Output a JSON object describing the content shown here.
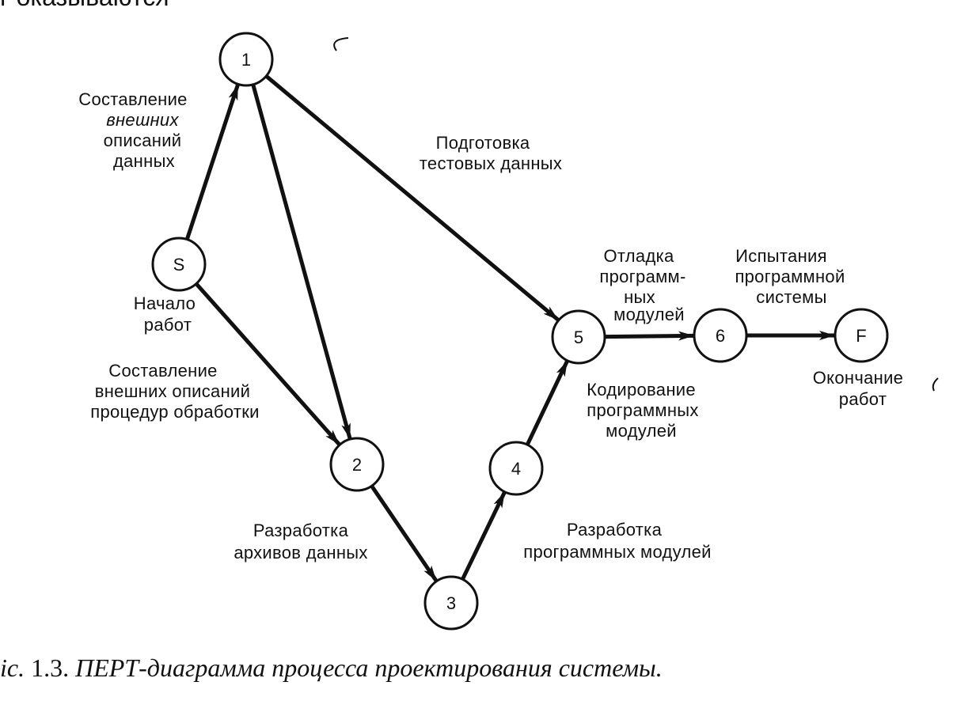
{
  "top_text": "г оказываются",
  "caption": {
    "prefix": "ic.",
    "number": "1.3.",
    "text": "ПЕРТ-диаграмма процесса проектирования системы."
  },
  "nodes": [
    {
      "id": "S",
      "label": "S"
    },
    {
      "id": "1",
      "label": "1"
    },
    {
      "id": "2",
      "label": "2"
    },
    {
      "id": "3",
      "label": "3"
    },
    {
      "id": "4",
      "label": "4"
    },
    {
      "id": "5",
      "label": "5"
    },
    {
      "id": "6",
      "label": "6"
    },
    {
      "id": "F",
      "label": "F"
    }
  ],
  "edges": [
    {
      "from": "S",
      "to": "1",
      "label": [
        "Составление",
        "внешних",
        "описаний",
        "данных"
      ]
    },
    {
      "from": "1",
      "to": "2",
      "label": []
    },
    {
      "from": "1",
      "to": "5",
      "label": [
        "Подготовка",
        "тестовых данных"
      ]
    },
    {
      "from": "S",
      "to": "2",
      "label": [
        "Составление",
        "внешних описаний",
        "процедур обработки"
      ]
    },
    {
      "from": "2",
      "to": "3",
      "label": [
        "Разработка",
        "архивов данных"
      ]
    },
    {
      "from": "3",
      "to": "4",
      "label": [
        "Разработка",
        "программных модулей"
      ]
    },
    {
      "from": "4",
      "to": "5",
      "label": [
        "Кодирование",
        "программных",
        "модулей"
      ]
    },
    {
      "from": "5",
      "to": "6",
      "label": [
        "Отладка",
        "программ-",
        "ных",
        "модулей"
      ]
    },
    {
      "from": "6",
      "to": "F",
      "label": [
        "Испытания",
        "программной",
        "системы"
      ]
    }
  ],
  "annotations": {
    "start": [
      "Начало",
      "работ"
    ],
    "finish": [
      "Окончание",
      "работ"
    ]
  }
}
